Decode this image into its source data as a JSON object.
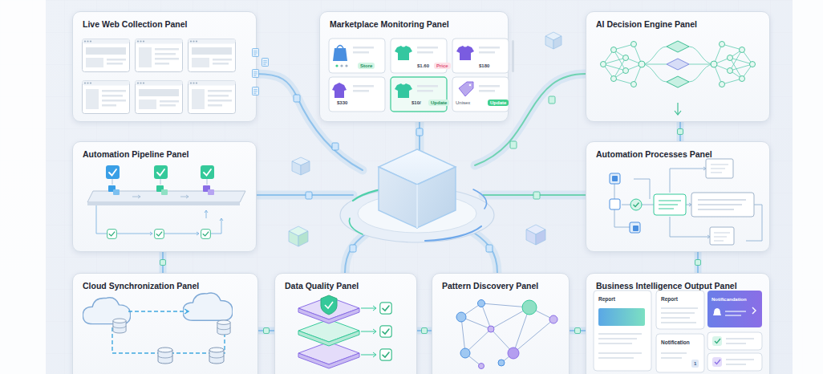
{
  "diagram": {
    "nodes": [
      {
        "text": [
          "Live Web Collection Panel"
        ]
      },
      {
        "text": [
          "Marketplace Monitoring Panel"
        ]
      },
      {
        "text": [
          "AI Decision Engine Panel"
        ]
      },
      {
        "text": [
          "Automation Pipeline Panel"
        ]
      },
      {
        "text": [
          "Automation Processes Panel"
        ]
      },
      {
        "text": [
          "Cloud Synchronization Panel"
        ]
      },
      {
        "text": [
          "Data Quality Panel"
        ]
      },
      {
        "text": [
          "Pattern Discovery Panel"
        ]
      },
      {
        "text": [
          "Business Intelligence Output Panel"
        ]
      }
    ],
    "edges": [
      {
        "from": 2,
        "to": 4,
        "arrow": "none"
      },
      {
        "from": 3,
        "to": 5,
        "arrow": "none"
      },
      {
        "from": 4,
        "to": 8,
        "arrow": "none"
      },
      {
        "from": 5,
        "to": 6,
        "arrow": "none"
      },
      {
        "from": 6,
        "to": 7,
        "arrow": "none"
      },
      {
        "from": 7,
        "to": 8,
        "arrow": "none"
      }
    ],
    "labels": [
      "Store",
      "$1.60",
      "Price",
      "$180",
      "$330",
      "$10/",
      "Update",
      "Unisex",
      "Update",
      "Report",
      "Report",
      "Notificandation",
      "Notification",
      "1"
    ]
  }
}
